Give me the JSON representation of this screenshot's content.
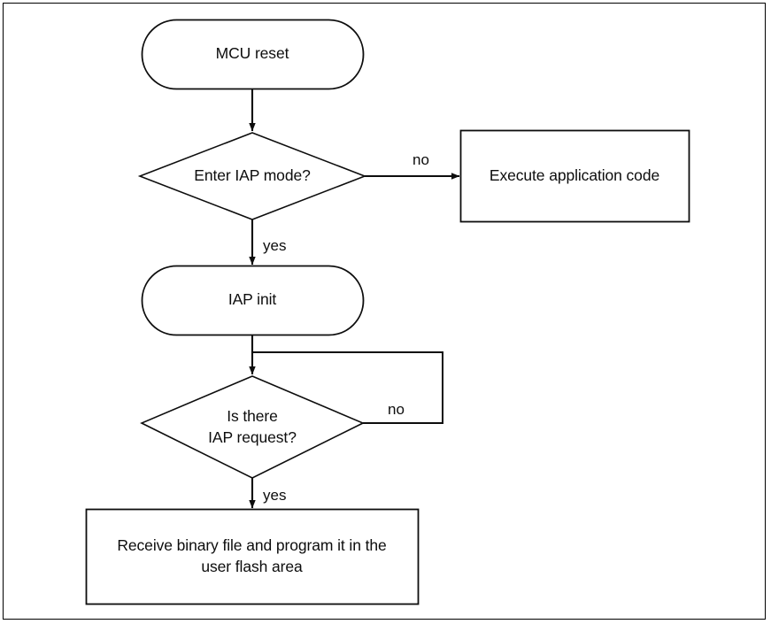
{
  "page": {
    "title": "IAP flowchart",
    "background_color": "#ffffff",
    "border_color": "#000000",
    "text_color": "#0d0d0d"
  },
  "diagram": {
    "type": "flowchart",
    "orientation": "top-to-bottom",
    "nodes": [
      {
        "id": "mcu-reset",
        "shape": "stadium",
        "label": "MCU reset"
      },
      {
        "id": "enter-iap-mode",
        "shape": "diamond",
        "label": "Enter IAP mode?"
      },
      {
        "id": "execute-application-code",
        "shape": "rectangle",
        "label": "Execute application code"
      },
      {
        "id": "iap-init",
        "shape": "stadium",
        "label": "IAP init"
      },
      {
        "id": "is-there-iap-request",
        "shape": "diamond",
        "label": "Is there\nIAP request?"
      },
      {
        "id": "receive-binary-file",
        "shape": "rectangle",
        "label": "Receive binary file and program it in the\nuser flash area"
      }
    ],
    "edges": [
      {
        "id": "reset-to-decision1",
        "from": "mcu-reset",
        "to": "enter-iap-mode",
        "label": ""
      },
      {
        "id": "decision1-no",
        "from": "enter-iap-mode",
        "to": "execute-application-code",
        "label": "no"
      },
      {
        "id": "decision1-yes",
        "from": "enter-iap-mode",
        "to": "iap-init",
        "label": "yes"
      },
      {
        "id": "init-to-decision2",
        "from": "iap-init",
        "to": "is-there-iap-request",
        "label": ""
      },
      {
        "id": "decision2-no",
        "from": "is-there-iap-request",
        "to": "is-there-iap-request",
        "label": "no"
      },
      {
        "id": "decision2-yes",
        "from": "is-there-iap-request",
        "to": "receive-binary-file",
        "label": "yes"
      }
    ]
  }
}
